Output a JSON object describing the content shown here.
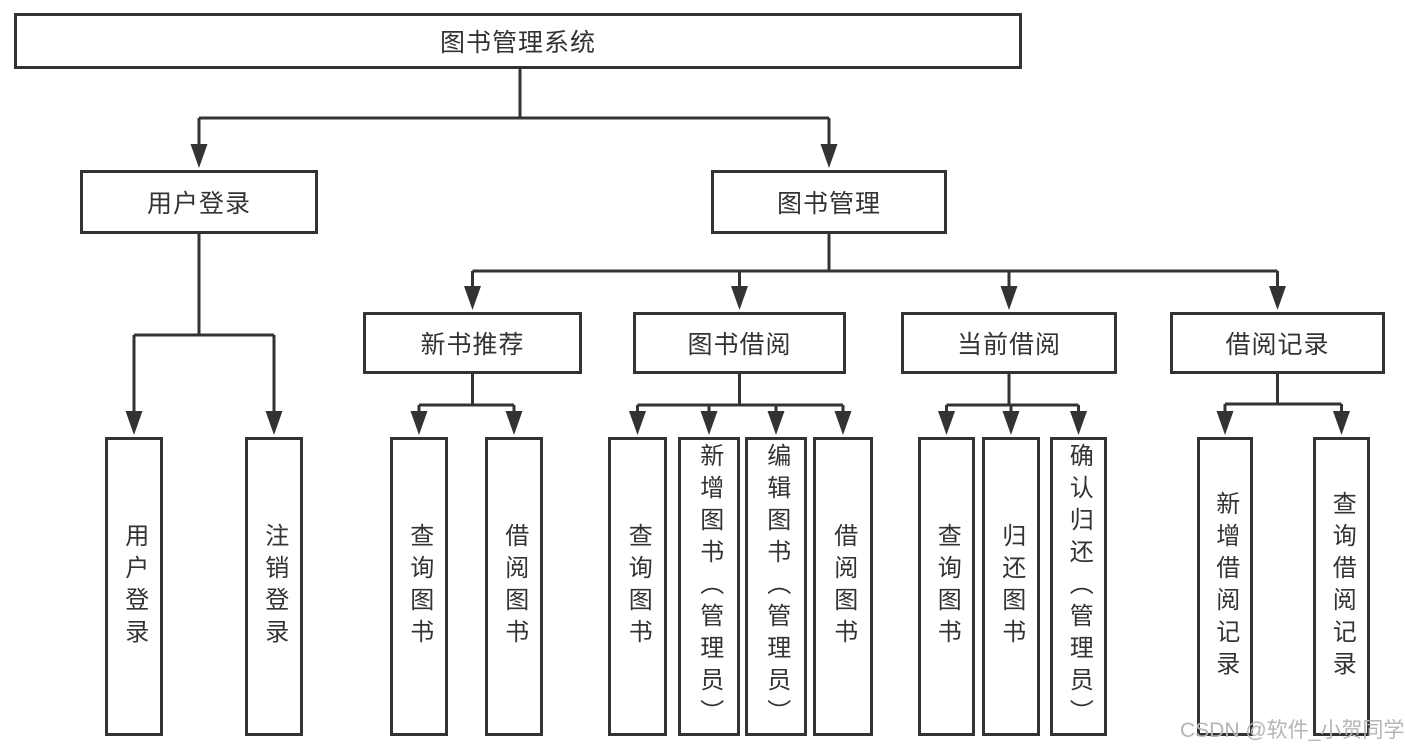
{
  "diagram": {
    "title": "图书管理系统",
    "root": {
      "label": "图书管理系统"
    },
    "branches": [
      {
        "label": "用户登录",
        "children": [
          {
            "label": "用户登录"
          },
          {
            "label": "注销登录"
          }
        ]
      },
      {
        "label": "图书管理",
        "children": [
          {
            "label": "新书推荐",
            "children": [
              {
                "label": "查询图书"
              },
              {
                "label": "借阅图书"
              }
            ]
          },
          {
            "label": "图书借阅",
            "children": [
              {
                "label": "查询图书"
              },
              {
                "label": "新增图书（管理员）"
              },
              {
                "label": "编辑图书（管理员）"
              },
              {
                "label": "借阅图书"
              }
            ]
          },
          {
            "label": "当前借阅",
            "children": [
              {
                "label": "查询图书"
              },
              {
                "label": "归还图书"
              },
              {
                "label": "确认归还（管理员）"
              }
            ]
          },
          {
            "label": "借阅记录",
            "children": [
              {
                "label": "新增借阅记录"
              },
              {
                "label": "查询借阅记录"
              }
            ]
          }
        ]
      }
    ],
    "colors": {
      "line": "#333333",
      "box_border": "#333333",
      "box_fill": "#ffffff",
      "text": "#333333",
      "watermark": "#b5b5b5"
    },
    "watermark": "CSDN @软件_小贺同学"
  }
}
